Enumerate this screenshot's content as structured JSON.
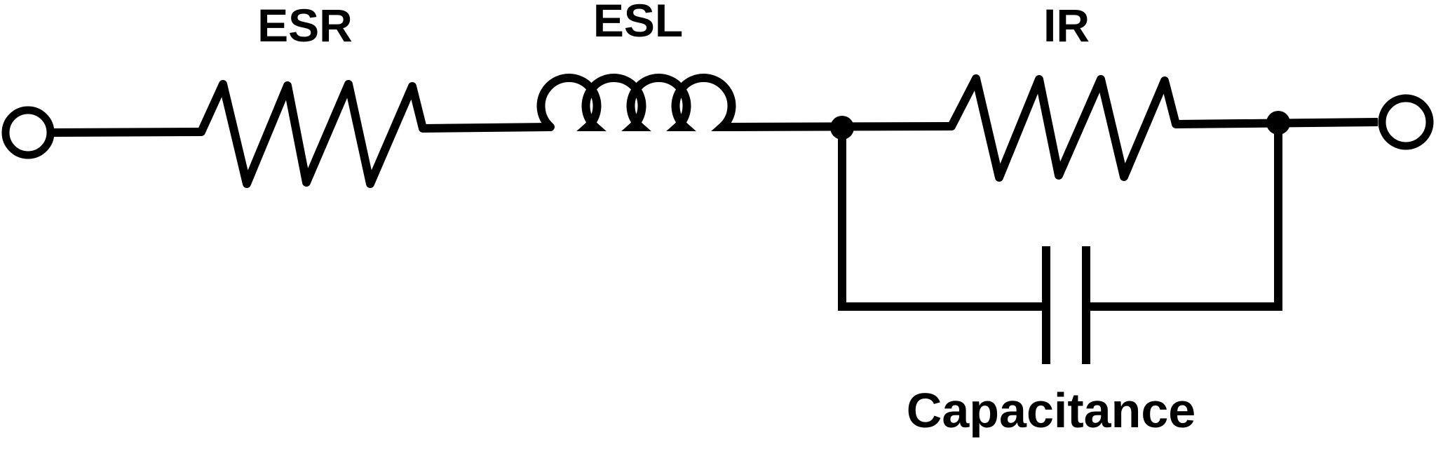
{
  "diagram": {
    "type": "circuit-schematic",
    "topology": "left-terminal -- ESR (resistor) -- ESL (inductor) -- node -- [ IR (resistor) parallel with Capacitance (capacitor) ] -- node -- right-terminal",
    "background_color": "#ffffff",
    "line_color": "#000000",
    "labels": {
      "esr": "ESR",
      "esl": "ESL",
      "ir": "IR",
      "capacitance": "Capacitance"
    },
    "components": [
      {
        "id": "left-terminal",
        "type": "terminal",
        "symbol": "open-circle"
      },
      {
        "id": "esr",
        "type": "resistor",
        "label": "ESR",
        "connection": "series"
      },
      {
        "id": "esl",
        "type": "inductor",
        "label": "ESL",
        "connection": "series"
      },
      {
        "id": "ir",
        "type": "resistor",
        "label": "IR",
        "connection": "parallel-top-branch"
      },
      {
        "id": "capacitance",
        "type": "capacitor",
        "label": "Capacitance",
        "connection": "parallel-bottom-branch"
      },
      {
        "id": "right-terminal",
        "type": "terminal",
        "symbol": "open-circle"
      }
    ],
    "nodes": [
      {
        "id": "node-left",
        "symbol": "filled-dot"
      },
      {
        "id": "node-right",
        "symbol": "filled-dot"
      }
    ]
  }
}
